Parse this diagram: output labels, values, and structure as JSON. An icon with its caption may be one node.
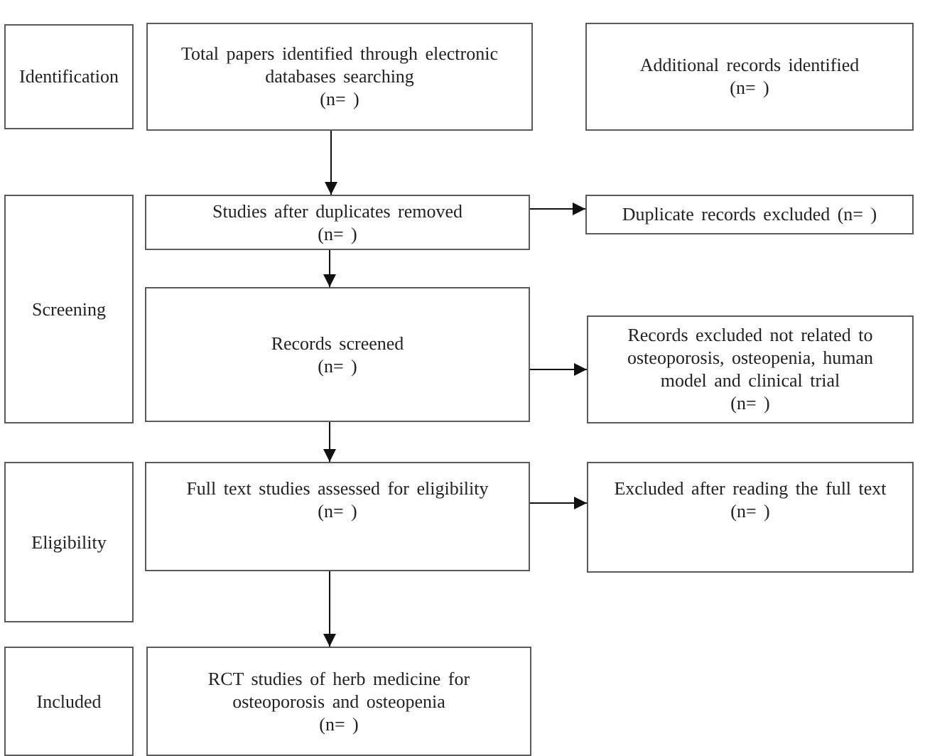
{
  "diagram": {
    "nodes": [
      {
        "text": [
          "Identification"
        ]
      },
      {
        "text": [
          "Total papers identified through electronic databases searching",
          "(n= )"
        ]
      },
      {
        "text": [
          "Additional records identified",
          "(n= )"
        ]
      },
      {
        "text": [
          "Screening"
        ]
      },
      {
        "text": [
          "Studies after duplicates removed",
          "(n= )"
        ]
      },
      {
        "text": [
          "Duplicate records excluded (n= )"
        ]
      },
      {
        "text": [
          "Records screened",
          "(n= )"
        ]
      },
      {
        "text": [
          "Records excluded not related to osteoporosis, osteopenia, human model and clinical trial",
          "(n= )"
        ]
      },
      {
        "text": [
          "Eligibility"
        ]
      },
      {
        "text": [
          "Full text studies assessed for eligibility",
          "(n= )"
        ]
      },
      {
        "text": [
          "Excluded after reading the full text",
          "(n= )"
        ]
      },
      {
        "text": [
          "Included"
        ]
      },
      {
        "text": [
          "RCT studies of herb medicine for osteoporosis and osteopenia",
          "(n= )"
        ]
      }
    ],
    "edges": [
      {
        "from": 1,
        "to": 4,
        "arrow": "to"
      },
      {
        "from": 4,
        "to": 5,
        "arrow": "to"
      },
      {
        "from": 4,
        "to": 6,
        "arrow": "to"
      },
      {
        "from": 6,
        "to": 7,
        "arrow": "to"
      },
      {
        "from": 6,
        "to": 9,
        "arrow": "to"
      },
      {
        "from": 9,
        "to": 10,
        "arrow": "to"
      },
      {
        "from": 9,
        "to": 12,
        "arrow": "to"
      }
    ]
  }
}
